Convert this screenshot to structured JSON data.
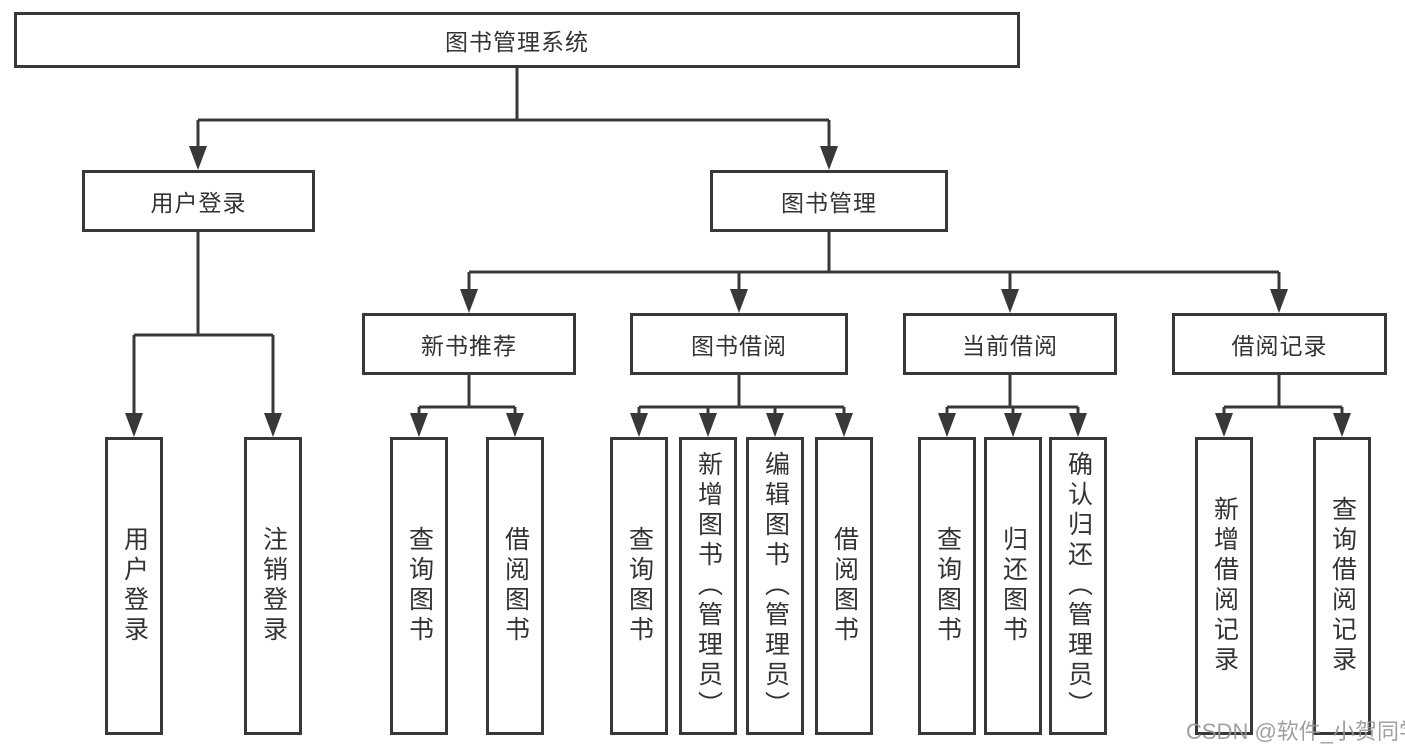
{
  "diagram": {
    "root": {
      "label": "图书管理系统"
    },
    "branches": [
      {
        "label": "用户登录",
        "children": [
          {
            "label": "用户登录"
          },
          {
            "label": "注销登录"
          }
        ]
      },
      {
        "label": "图书管理",
        "children": [
          {
            "label": "新书推荐",
            "children": [
              {
                "label": "查询图书"
              },
              {
                "label": "借阅图书"
              }
            ]
          },
          {
            "label": "图书借阅",
            "children": [
              {
                "label": "查询图书"
              },
              {
                "label": "新增图书（管理员）"
              },
              {
                "label": "编辑图书（管理员）"
              },
              {
                "label": "借阅图书"
              }
            ]
          },
          {
            "label": "当前借阅",
            "children": [
              {
                "label": "查询图书"
              },
              {
                "label": "归还图书"
              },
              {
                "label": "确认归还（管理员）"
              }
            ]
          },
          {
            "label": "借阅记录",
            "children": [
              {
                "label": "新增借阅记录"
              },
              {
                "label": "查询借阅记录"
              }
            ]
          }
        ]
      }
    ],
    "watermark": "CSDN @软件_小贺同学",
    "colors": {
      "line": "#383838",
      "text": "#333333",
      "box_background": "#ffffff",
      "page_background": "#ffffff",
      "watermark": "#969696"
    }
  }
}
